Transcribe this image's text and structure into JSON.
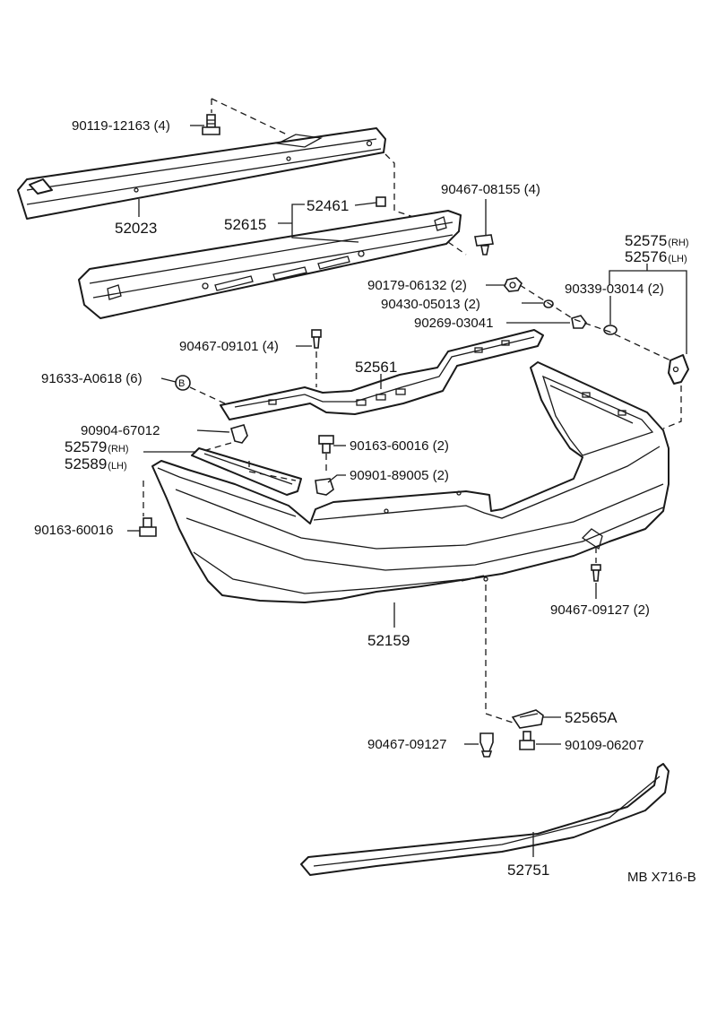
{
  "diagram_code": "MB X716-B",
  "callouts": {
    "p90119": {
      "part": "90119-12163",
      "qty": "(4)"
    },
    "p52023": {
      "part": "52023"
    },
    "p52615": {
      "part": "52615"
    },
    "p52461": {
      "part": "52461"
    },
    "p90467_08155": {
      "part": "90467-08155",
      "qty": "(4)"
    },
    "p52575": {
      "part": "52575",
      "side": "(RH)"
    },
    "p52576": {
      "part": "52576",
      "side": "(LH)"
    },
    "p90179": {
      "part": "90179-06132",
      "qty": "(2)"
    },
    "p90430": {
      "part": "90430-05013",
      "qty": "(2)"
    },
    "p90339": {
      "part": "90339-03014",
      "qty": "(2)"
    },
    "p90269": {
      "part": "90269-03041"
    },
    "p90467_09101": {
      "part": "90467-09101",
      "qty": "(4)"
    },
    "p52561": {
      "part": "52561"
    },
    "p91633": {
      "part": "91633-A0618",
      "qty": "(6)",
      "marker": "B"
    },
    "p90904": {
      "part": "90904-67012"
    },
    "p52579": {
      "part": "52579",
      "side": "(RH)"
    },
    "p52589": {
      "part": "52589",
      "side": "(LH)"
    },
    "p90163_a": {
      "part": "90163-60016",
      "qty": "(2)"
    },
    "p90901": {
      "part": "90901-89005",
      "qty": "(2)"
    },
    "p90163_b": {
      "part": "90163-60016"
    },
    "p90467_09127_a": {
      "part": "90467-09127",
      "qty": "(2)"
    },
    "p52159": {
      "part": "52159"
    },
    "p52565A": {
      "part": "52565A"
    },
    "p90467_09127_b": {
      "part": "90467-09127"
    },
    "p90109": {
      "part": "90109-06207"
    },
    "p52751": {
      "part": "52751"
    }
  }
}
